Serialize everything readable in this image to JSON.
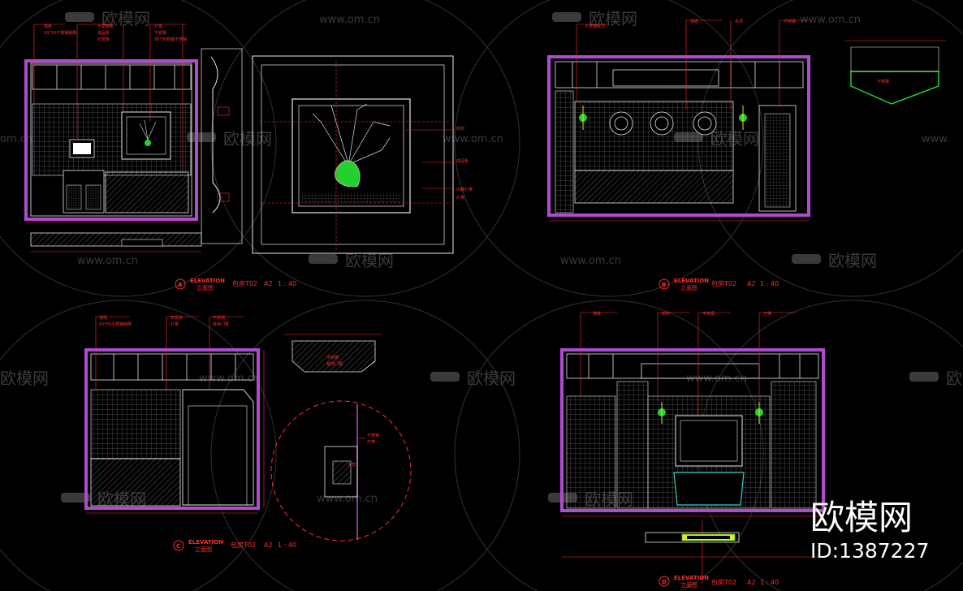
{
  "watermarks": {
    "brand_cn": "欧模网",
    "site": "www.om.cn",
    "site_partial_left": "om.cn",
    "site_partial_right": "www."
  },
  "brand": {
    "name": "欧模网",
    "id_label": "ID:1387227"
  },
  "views": [
    {
      "letter": "A",
      "elevation": "ELEVATION",
      "cn": "立面图",
      "room": "包房T02",
      "sheet": "A2",
      "scale": "1 : 40"
    },
    {
      "letter": "B",
      "elevation": "ELEVATION",
      "cn": "立面图",
      "room": "包房T02",
      "sheet": "A2",
      "scale": "1 : 40"
    },
    {
      "letter": "C",
      "elevation": "ELEVATION",
      "cn": "立面图",
      "room": "包房T02",
      "sheet": "A2",
      "scale": "1 : 40"
    },
    {
      "letter": "D",
      "elevation": "ELEVATION",
      "cn": "立面图",
      "room": "包房T02",
      "sheet": "A2",
      "scale": "1 : 40"
    }
  ],
  "annotations": {
    "a1": "墙纸",
    "a2": "50*50不锈钢踢脚",
    "a3": "不锈钢条",
    "a4": "成品柜",
    "a5": "石膏板",
    "a6": "灯带",
    "a7": "不锈钢",
    "a8": "30*30镜面不锈钢",
    "a9": "石材",
    "a10": "内藏灯带",
    "b1": "不锈钢收边",
    "b2": "墙纸",
    "b3": "吊顶",
    "b4": "不锈钢",
    "c1": "不锈钢",
    "c2": "装饰门框",
    "c3": "大样",
    "d1": "墙纸",
    "d2": "石材",
    "d3": "不锈钢",
    "d4": "灯带"
  },
  "colors": {
    "line_red": "#ff2d2d",
    "line_white": "#e8e8e8",
    "wall_purple": "#b04ad0",
    "accent_green": "#22d12e",
    "accent_yellow": "#f2e21a",
    "accent_cyan": "#33d6c0",
    "watermark_gray": "#3a3a3a"
  }
}
